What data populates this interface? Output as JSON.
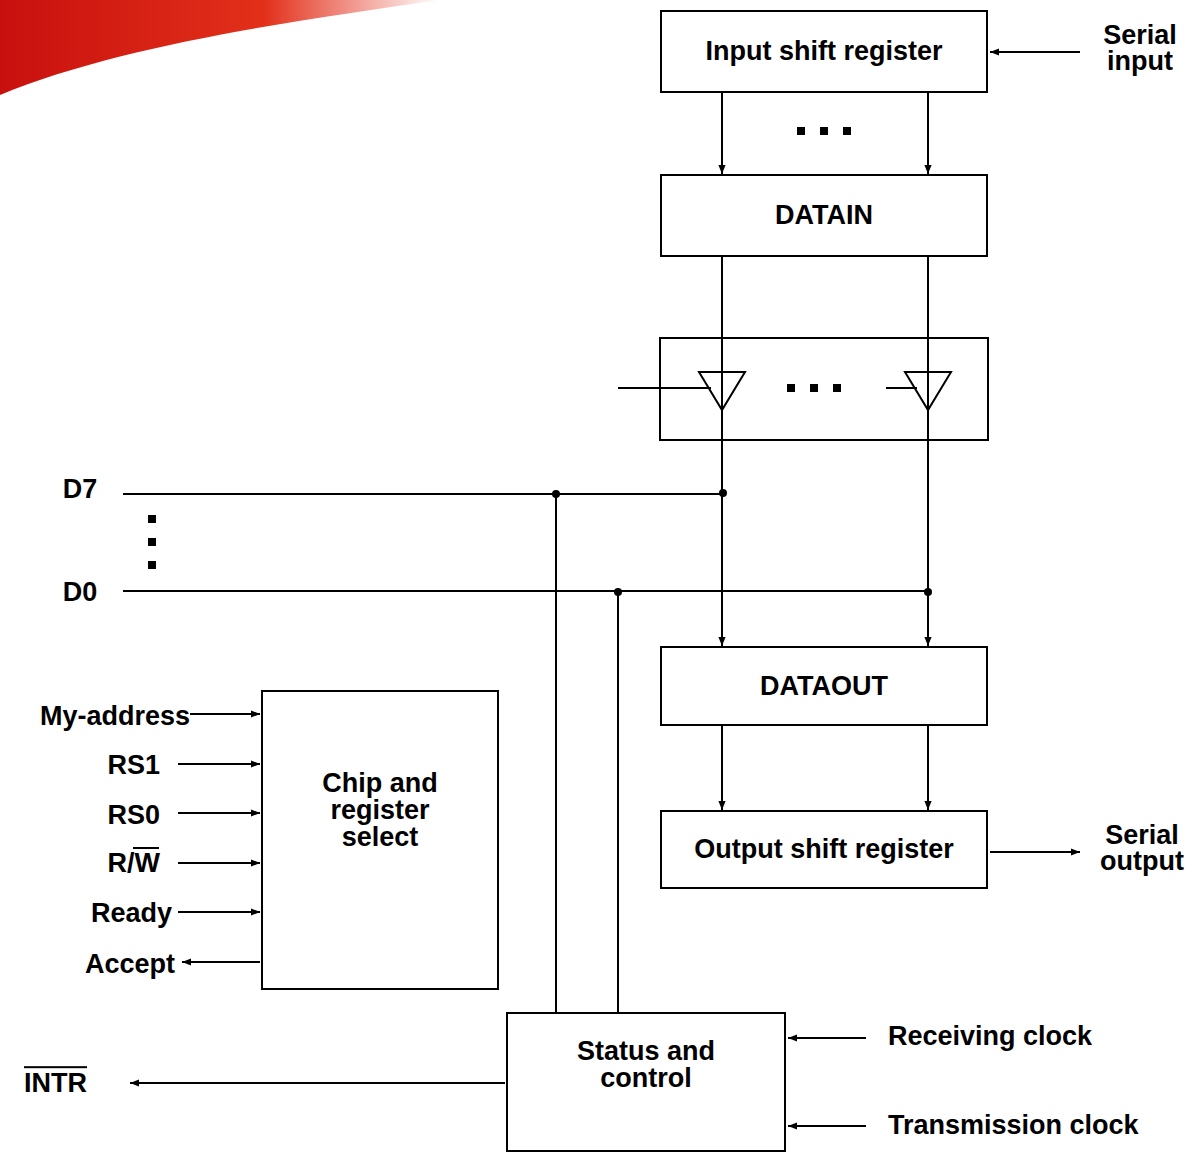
{
  "diagram": {
    "nodes": [
      {
        "text": [
          "Input shift register"
        ]
      },
      {
        "text": [
          "DATAIN"
        ]
      },
      {
        "text": [
          "DATAOUT"
        ]
      },
      {
        "text": [
          "Output shift register"
        ]
      },
      {
        "text": [
          "Chip and register select"
        ]
      },
      {
        "text": [
          "Status and control"
        ]
      }
    ],
    "edges": [
      {
        "from": 0,
        "to": 1,
        "arrow": "to"
      },
      {
        "from": 0,
        "to": 1,
        "arrow": "to"
      },
      {
        "from": 1,
        "to": 2,
        "arrow": "to"
      },
      {
        "from": 1,
        "to": 2,
        "arrow": "to"
      },
      {
        "from": 2,
        "to": 3,
        "arrow": "to"
      },
      {
        "from": 2,
        "to": 3,
        "arrow": "to"
      }
    ],
    "labels": [
      "Serial input",
      "Serial output",
      "D7",
      "D0",
      "My-address",
      "RS1",
      "RS0",
      "R/W",
      "Ready",
      "Accept",
      "INTR",
      "Receiving clock",
      "Transmission clock"
    ]
  }
}
